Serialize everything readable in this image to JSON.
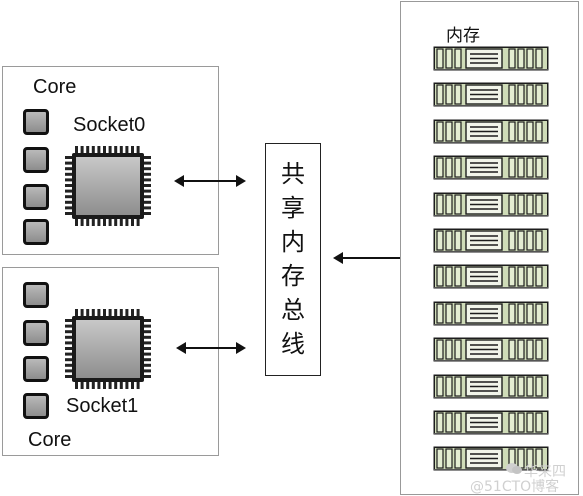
{
  "sockets": [
    {
      "name": "Socket0",
      "core_label": "Core"
    },
    {
      "name": "Socket1",
      "core_label": "Core"
    }
  ],
  "bus": {
    "chars": [
      "共",
      "享",
      "内",
      "存",
      "总",
      "线"
    ]
  },
  "memory": {
    "title": "内存",
    "module_count": 12
  },
  "watermark": {
    "line1": "华来四",
    "line2": "@51CTO博客"
  }
}
